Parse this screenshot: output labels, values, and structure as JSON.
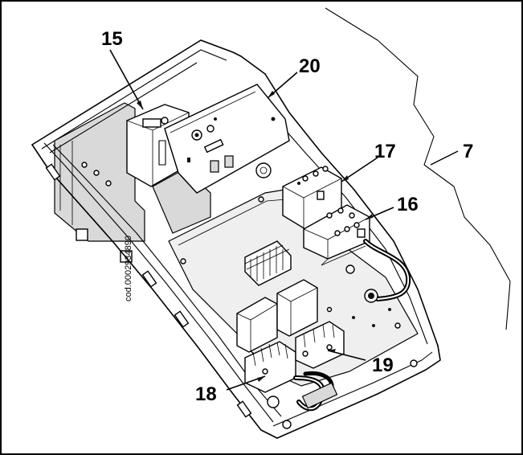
{
  "figure": {
    "code_text": "cod.0002934890",
    "callouts": [
      {
        "id": "c15",
        "label": "15"
      },
      {
        "id": "c20",
        "label": "20"
      },
      {
        "id": "c17",
        "label": "17"
      },
      {
        "id": "c7",
        "label": "7"
      },
      {
        "id": "c16",
        "label": "16"
      },
      {
        "id": "c19",
        "label": "19"
      },
      {
        "id": "c18",
        "label": "18"
      }
    ]
  }
}
